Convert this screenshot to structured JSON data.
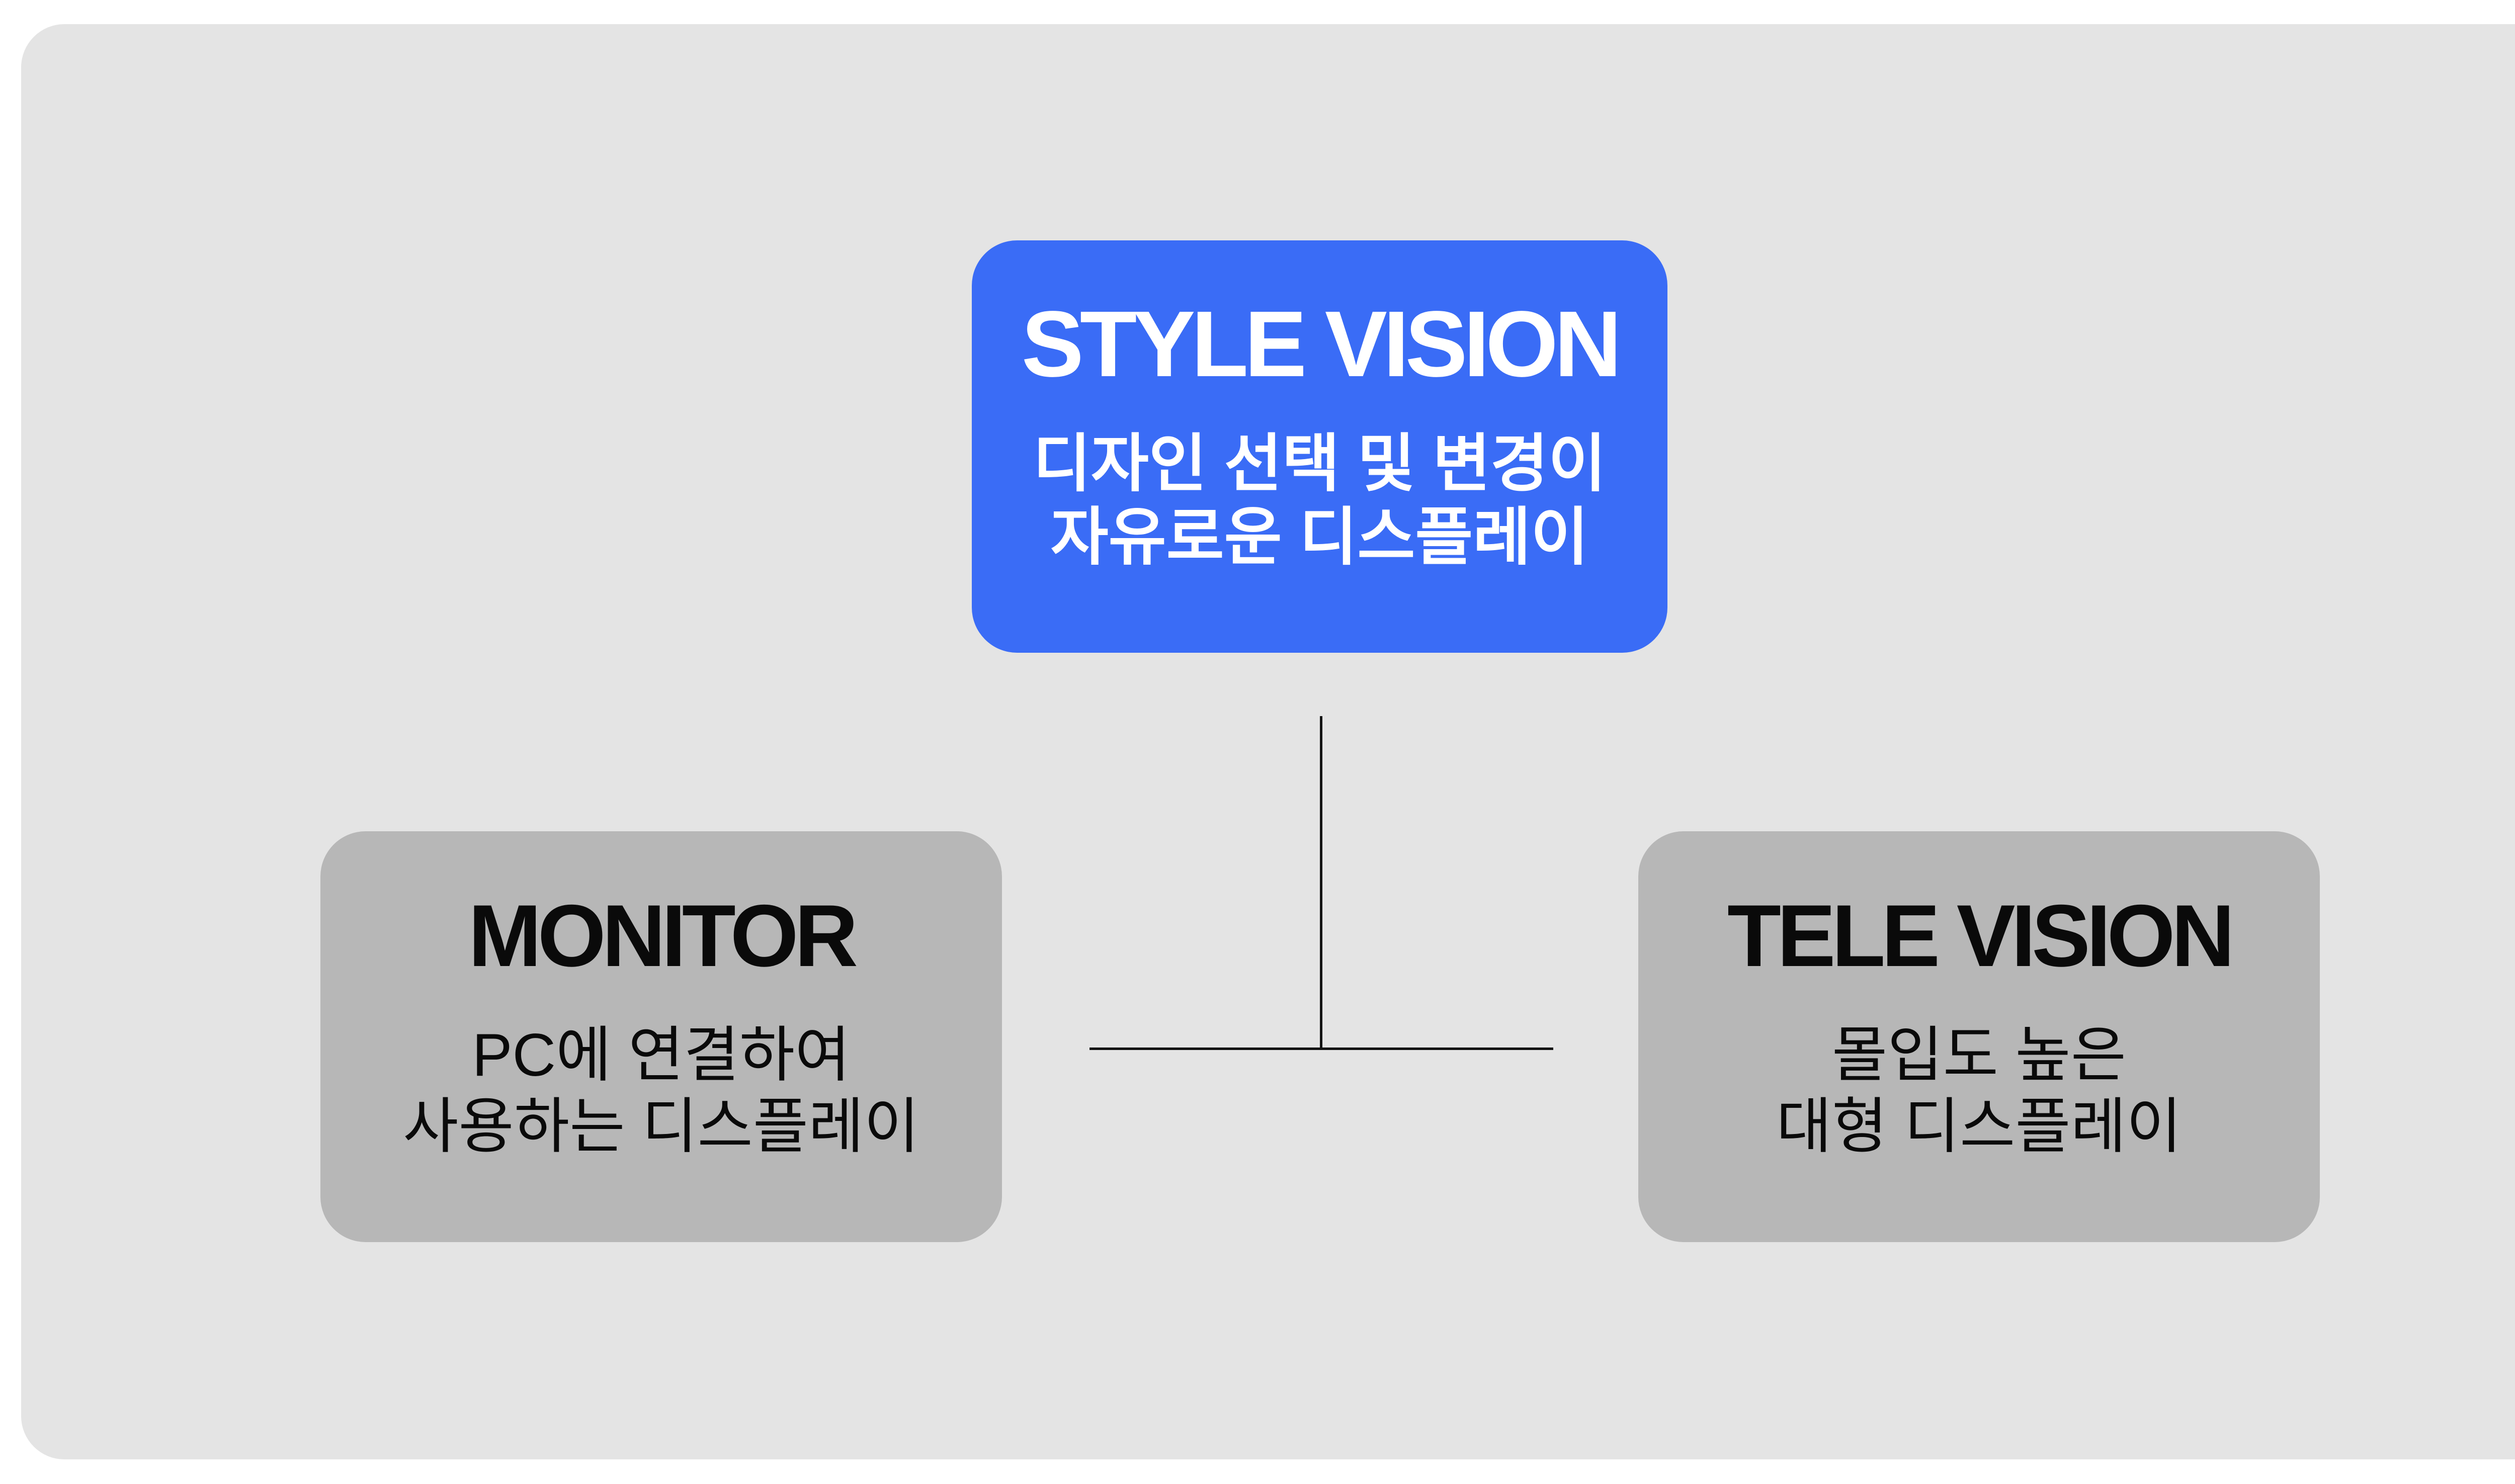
{
  "colors": {
    "page_background": "#ffffff",
    "panel_background": "#e4e4e4",
    "root_node_background": "#3a6cf6",
    "child_node_background": "#b7b7b7",
    "connector_line": "#131313",
    "root_text": "#ffffff",
    "child_text": "#0a0a0a"
  },
  "diagram": {
    "root": {
      "title": "STYLE VISION",
      "description_lines": [
        "디자인 선택 및 변경이",
        "자유로운 디스플레이"
      ]
    },
    "children": [
      {
        "title": "MONITOR",
        "description_lines": [
          "PC에 연결하여",
          "사용하는 디스플레이"
        ]
      },
      {
        "title": "TELE VISION",
        "description_lines": [
          "몰입도 높은",
          "대형 디스플레이"
        ]
      }
    ]
  }
}
